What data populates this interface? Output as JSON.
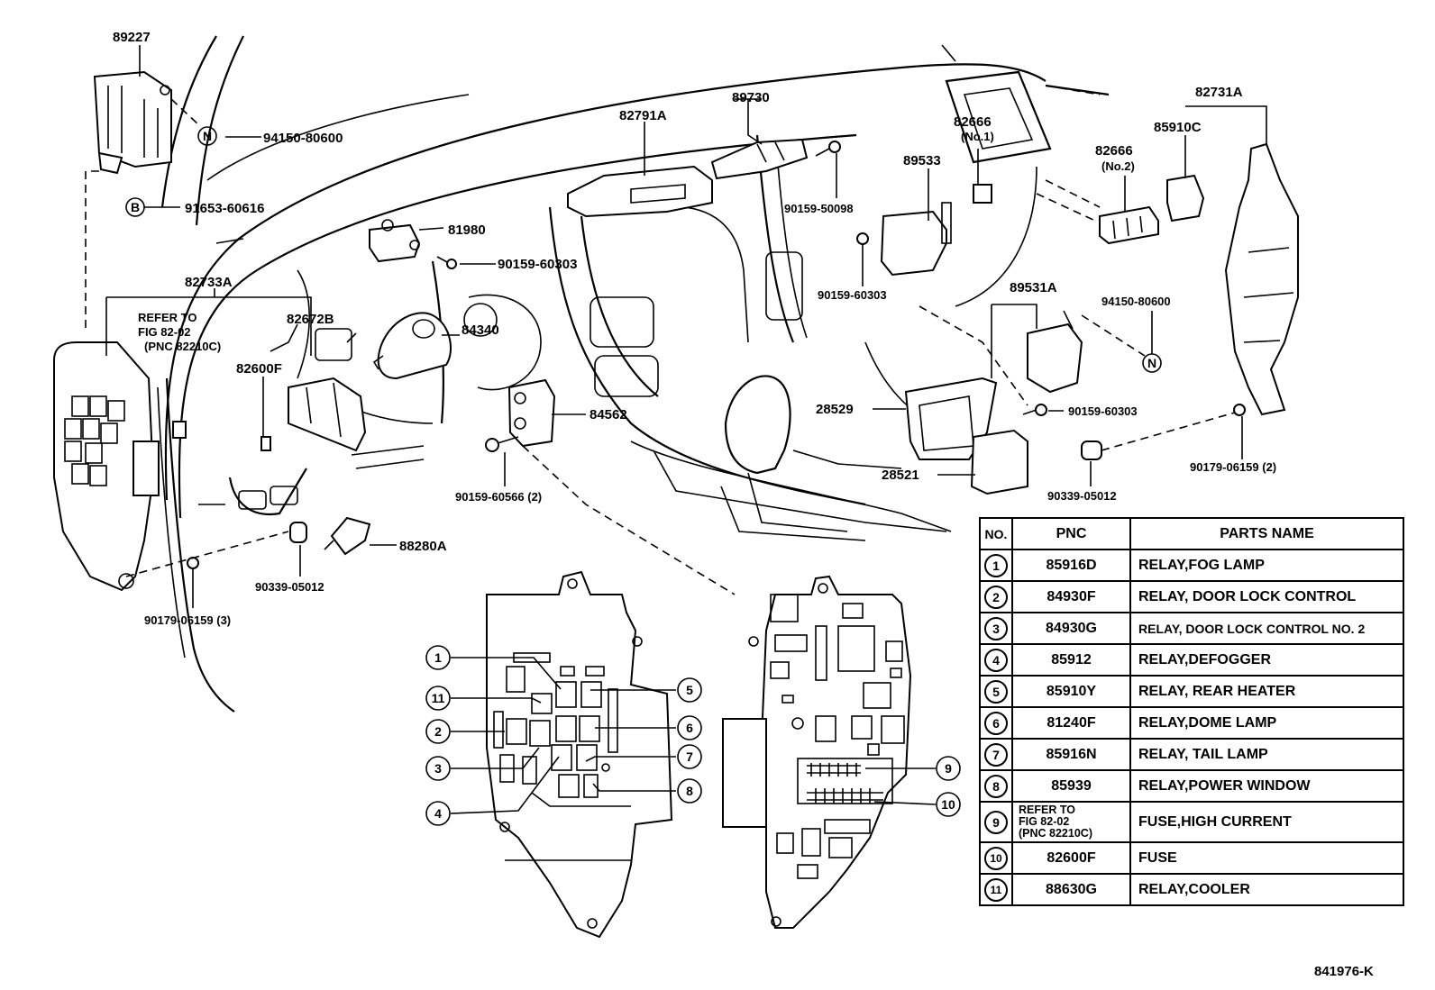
{
  "part_labels": [
    "89227",
    "94150-80600",
    "91653-60616",
    "81980",
    "90159-60303",
    "82733A",
    "REFER TO",
    "FIG 82-02",
    "(PNC 82210C)",
    "82672B",
    "82600F",
    "84340",
    "84562",
    "90159-60566 (2)",
    "90339-05012",
    "88280A",
    "90179-06159 (3)",
    "82791A",
    "89730",
    "90159-50098",
    "82666",
    "(No.1)",
    "89533",
    "90159-60303",
    "82666",
    "(No.2)",
    "85910C",
    "82731A",
    "89531A",
    "94150-80600",
    "28529",
    "90159-60303",
    "28521",
    "90339-05012",
    "90179-06159 (2)"
  ],
  "callout_letters": [
    "N",
    "B",
    "N"
  ],
  "callout_numbers": [
    "1",
    "11",
    "2",
    "3",
    "4",
    "5",
    "6",
    "7",
    "8",
    "9",
    "10"
  ],
  "table": {
    "headers": [
      "NO.",
      "PNC",
      "PARTS NAME"
    ],
    "rows": [
      {
        "no": "1",
        "pnc": "85916D",
        "name": "RELAY,FOG  LAMP"
      },
      {
        "no": "2",
        "pnc": "84930F",
        "name": "RELAY, DOOR LOCK CONTROL"
      },
      {
        "no": "3",
        "pnc": "84930G",
        "name": "RELAY, DOOR  LOCK  CONTROL  NO. 2"
      },
      {
        "no": "4",
        "pnc": "85912",
        "name": "RELAY,DEFOGGER"
      },
      {
        "no": "5",
        "pnc": "85910Y",
        "name": "RELAY, REAR HEATER"
      },
      {
        "no": "6",
        "pnc": "81240F",
        "name": "RELAY,DOME LAMP"
      },
      {
        "no": "7",
        "pnc": "85916N",
        "name": "RELAY, TAIL  LAMP"
      },
      {
        "no": "8",
        "pnc": "85939",
        "name": "RELAY,POWER WINDOW"
      },
      {
        "no": "9",
        "pnc": "REFER  TO|FIG  82-02|(PNC  82210C)",
        "name": "FUSE,HIGH CURRENT"
      },
      {
        "no": "10",
        "pnc": "82600F",
        "name": "FUSE"
      },
      {
        "no": "11",
        "pnc": "88630G",
        "name": "RELAY,COOLER"
      }
    ]
  },
  "figure_code": "841976-K"
}
